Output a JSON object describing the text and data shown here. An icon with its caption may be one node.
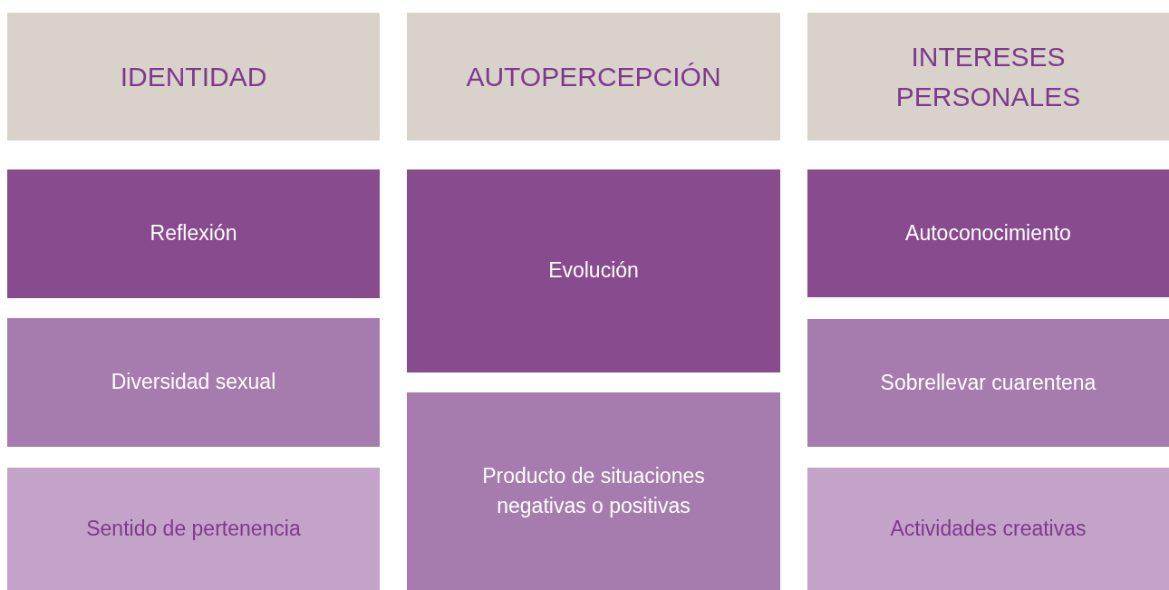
{
  "diagram": {
    "nodes": [
      {
        "text": [
          "IDENTIDAD"
        ]
      },
      {
        "text": [
          "AUTOPERCEPCIÓN"
        ]
      },
      {
        "text": [
          "INTERESES PERSONALES"
        ]
      },
      {
        "text": [
          "Reflexión"
        ]
      },
      {
        "text": [
          "Evolución"
        ]
      },
      {
        "text": [
          "Autoconocimiento"
        ]
      },
      {
        "text": [
          "Diversidad sexual"
        ]
      },
      {
        "text": [
          "Sobrellevar cuarentena"
        ]
      },
      {
        "text": [
          "Producto de situaciones negativas o positivas"
        ]
      },
      {
        "text": [
          "Sentido de pertenencia"
        ]
      },
      {
        "text": [
          "Actividades creativas"
        ]
      }
    ]
  }
}
